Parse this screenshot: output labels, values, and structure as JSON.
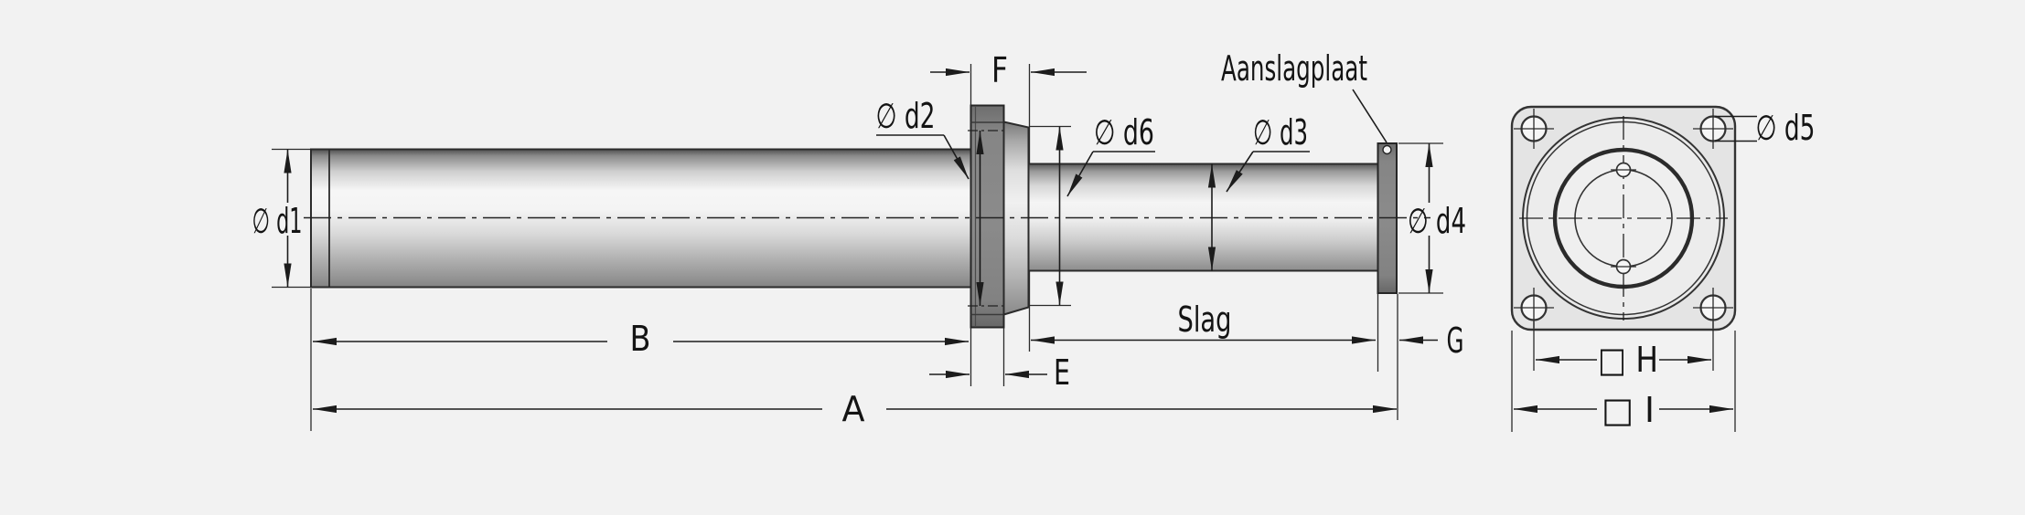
{
  "drawing": {
    "kind": "technical-dimension-drawing",
    "part": "cylinder with flange and piston rod, side view and flange front view"
  },
  "labels": {
    "d1": "∅ d1",
    "d2": "∅ d2",
    "d3": "∅ d3",
    "d4": "∅ d4",
    "d5": "∅ d5",
    "d6": "∅ d6",
    "A": "A",
    "B": "B",
    "E": "E",
    "F": "F",
    "G": "G",
    "slag": "Slag",
    "aanslagplaat": "Aanslagplaat",
    "H": "□ H",
    "I": "□ I"
  },
  "colors": {
    "background": "#f2f2f2",
    "line": "#1c1c1c",
    "plate_gray": "#7b7b7b",
    "flange_face": "#e4e4e4"
  }
}
